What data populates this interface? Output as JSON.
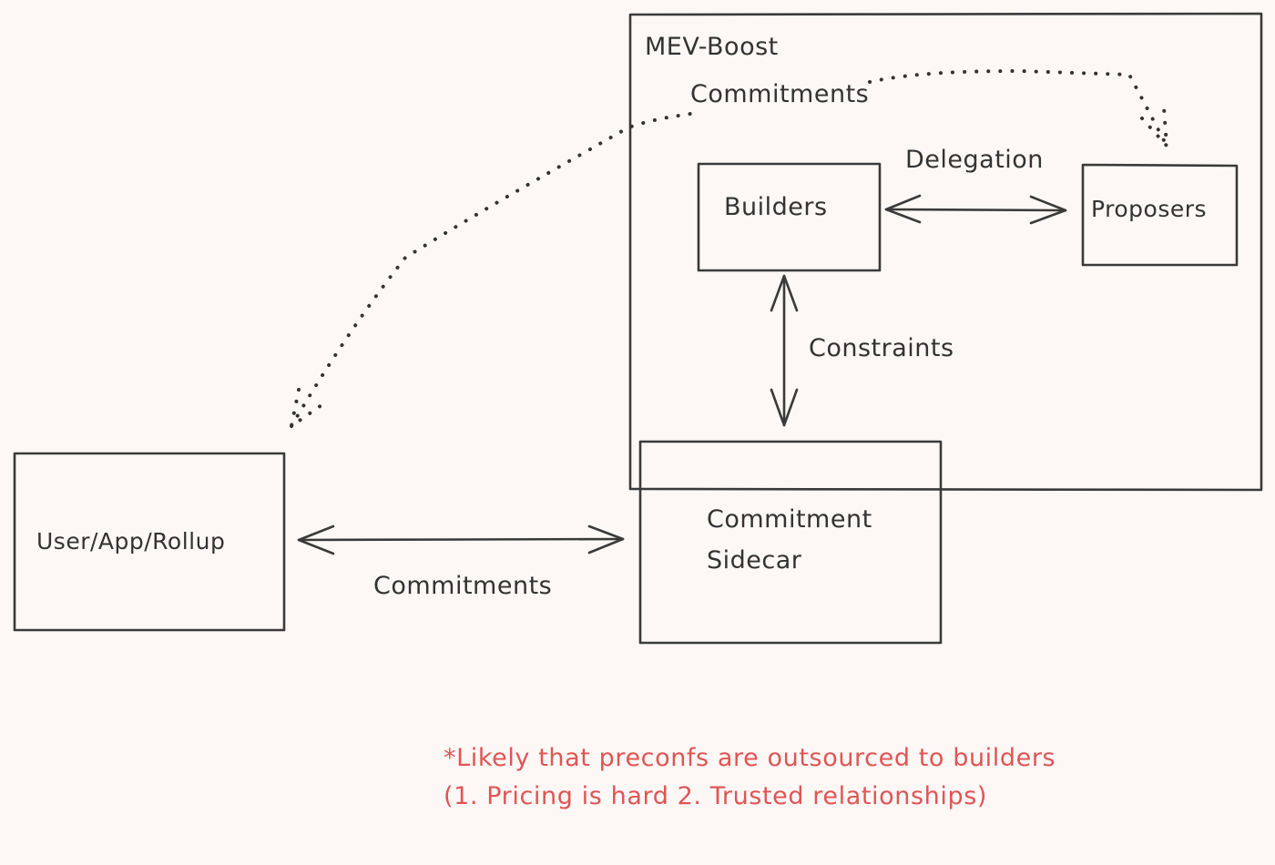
{
  "diagram": {
    "title": "MEV-Boost",
    "nodes": {
      "mev_boost": {
        "label": "MEV-Boost"
      },
      "builders": {
        "label": "Builders"
      },
      "proposers": {
        "label": "Proposers"
      },
      "sidecar": {
        "label_line1": "Commitment",
        "label_line2": "Sidecar"
      },
      "user": {
        "label": "User/App/Rollup"
      }
    },
    "edges": {
      "delegation": {
        "label": "Delegation",
        "from": "Builders",
        "to": "Proposers",
        "style": "solid",
        "direction": "both"
      },
      "constraints": {
        "label": "Constraints",
        "from": "Builders",
        "to": "Commitment Sidecar",
        "style": "solid",
        "direction": "both"
      },
      "commitments_direct": {
        "label": "Commitments",
        "from": "User/App/Rollup",
        "to": "Commitment Sidecar",
        "style": "solid",
        "direction": "both"
      },
      "commitments_dotted": {
        "label": "Commitments",
        "from": "Proposers",
        "to": "User/App/Rollup",
        "style": "dotted",
        "direction": "both"
      }
    },
    "note": {
      "line1": "*Likely that preconfs are outsourced to builders",
      "line2": "(1. Pricing is hard 2. Trusted relationships)",
      "color": "#e05555"
    },
    "colors": {
      "background": "#fdf8f6",
      "stroke": "#3a3a3a",
      "text": "#333333",
      "annotation": "#e05555"
    }
  }
}
